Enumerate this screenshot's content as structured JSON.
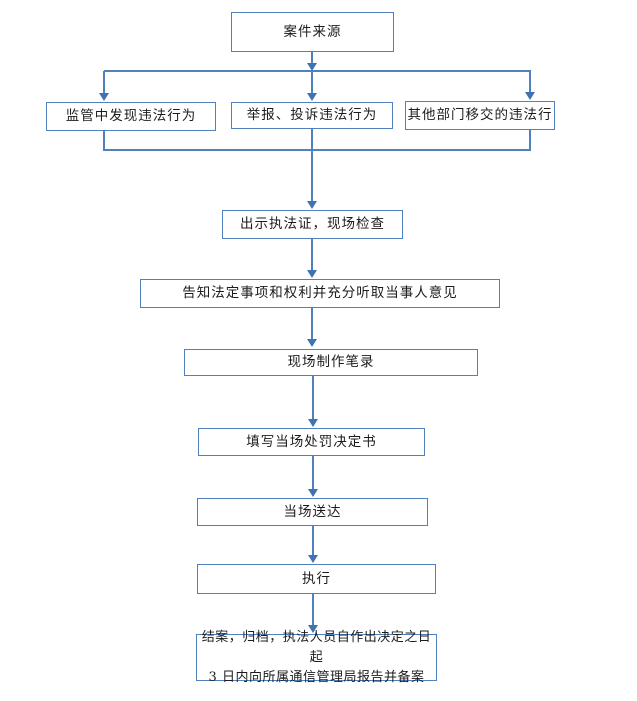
{
  "diagram": {
    "type": "flowchart",
    "language": "zh-CN",
    "colors": {
      "line": "#4f81bd",
      "arrow": "#4173b4",
      "text": "#1c1c1c",
      "background": "#ffffff"
    },
    "nodes": [
      {
        "id": "case-source",
        "label": "案件来源"
      },
      {
        "id": "supervision",
        "label": "监管中发现违法行为"
      },
      {
        "id": "report",
        "label": "举报、投诉违法行为"
      },
      {
        "id": "transfer",
        "label": "其他部门移交的违法行"
      },
      {
        "id": "inspect",
        "label": "出示执法证，现场检查"
      },
      {
        "id": "inform",
        "label": "告知法定事项和权利并充分听取当事人意见"
      },
      {
        "id": "record",
        "label": "现场制作笔录"
      },
      {
        "id": "fill-decision",
        "label": "填写当场处罚决定书"
      },
      {
        "id": "deliver",
        "label": "当场送达"
      },
      {
        "id": "execute",
        "label": "执行"
      },
      {
        "id": "close-case",
        "label": "结案，归档，执法人员自作出决定之日起",
        "label2": "3 日内向所属通信管理局报告并备案"
      }
    ],
    "edges": [
      {
        "from": "case-source",
        "to": "branch"
      },
      {
        "from": "branch",
        "to": "supervision"
      },
      {
        "from": "branch",
        "to": "report"
      },
      {
        "from": "branch",
        "to": "transfer"
      },
      {
        "from": "supervision",
        "to": "merge"
      },
      {
        "from": "report",
        "to": "merge"
      },
      {
        "from": "transfer",
        "to": "merge"
      },
      {
        "from": "merge",
        "to": "inspect"
      },
      {
        "from": "inspect",
        "to": "inform"
      },
      {
        "from": "inform",
        "to": "record"
      },
      {
        "from": "record",
        "to": "fill-decision"
      },
      {
        "from": "fill-decision",
        "to": "deliver"
      },
      {
        "from": "deliver",
        "to": "execute"
      },
      {
        "from": "execute",
        "to": "close-case"
      }
    ]
  }
}
